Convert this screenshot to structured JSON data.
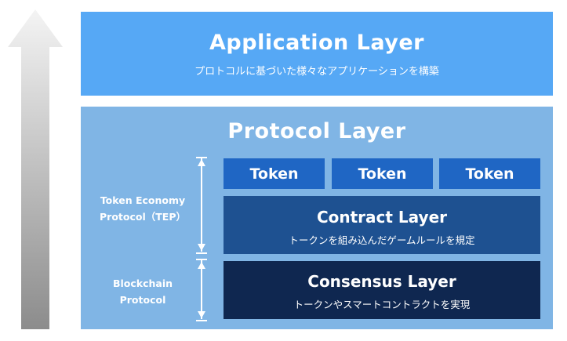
{
  "application_layer": {
    "title": "Application Layer",
    "subtitle": "プロトコルに基づいた様々なアプリケーションを構築"
  },
  "protocol_layer": {
    "title": "Protocol Layer",
    "tokens": [
      "Token",
      "Token",
      "Token"
    ],
    "contract_layer": {
      "title": "Contract Layer",
      "subtitle": "トークンを組み込んだゲームルールを規定"
    },
    "consensus_layer": {
      "title": "Consensus Layer",
      "subtitle": "トークンやスマートコントラクトを実現"
    },
    "side_labels": {
      "tep": [
        "Token Economy",
        "Protocol（TEP）"
      ],
      "blockchain": [
        "Blockchain",
        "Protocol"
      ]
    }
  },
  "colors": {
    "application": "#56a8f5",
    "protocol": "#80b5e5",
    "token": "#1f66c4",
    "contract": "#1e5191",
    "consensus": "#0f2750"
  }
}
